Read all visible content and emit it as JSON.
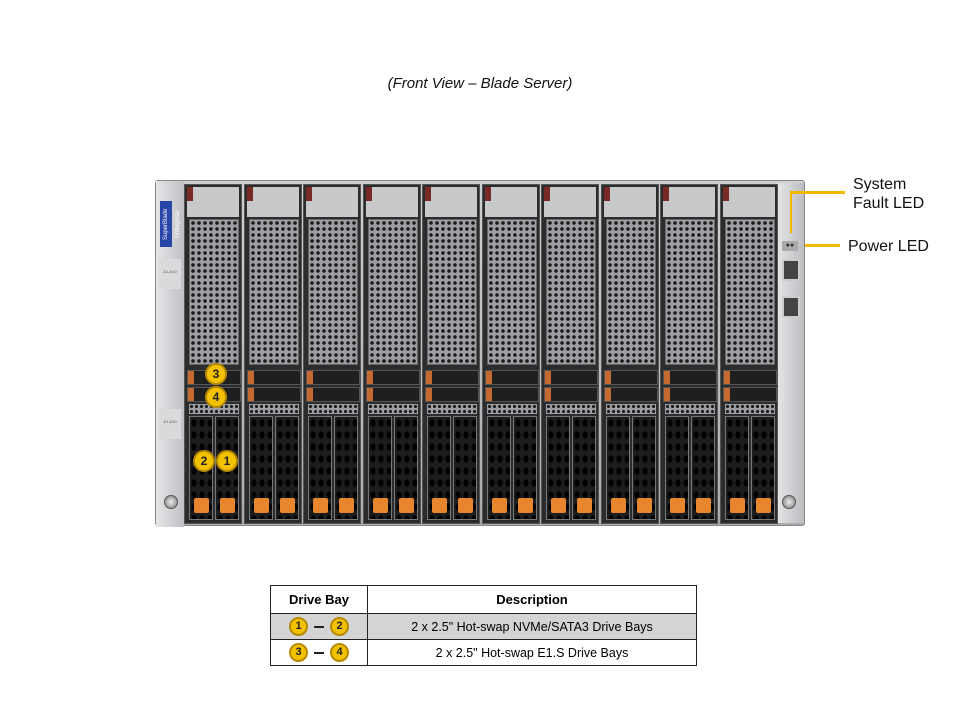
{
  "title": "(Front View – Blade Server)",
  "chassis": {
    "logo_text": "SuperBlade Enterprise",
    "blade_count": 10,
    "tag_text": "A1-A10"
  },
  "callouts": {
    "c1": "1",
    "c2": "2",
    "c3": "3",
    "c4": "4"
  },
  "labels": {
    "fault_line1": "System",
    "fault_line2": "Fault LED",
    "power": "Power LED"
  },
  "table": {
    "headers": [
      "Drive Bay",
      "Description"
    ],
    "rows": [
      {
        "from": "1",
        "to": "2",
        "description": "2 x 2.5\" Hot-swap NVMe/SATA3 Drive Bays"
      },
      {
        "from": "3",
        "to": "4",
        "description": "2 x 2.5\" Hot-swap E1.S Drive Bays"
      }
    ]
  },
  "colors": {
    "callout": "#f2c200",
    "accent_line": "#f2b800",
    "drive_button": "#e8862e"
  }
}
